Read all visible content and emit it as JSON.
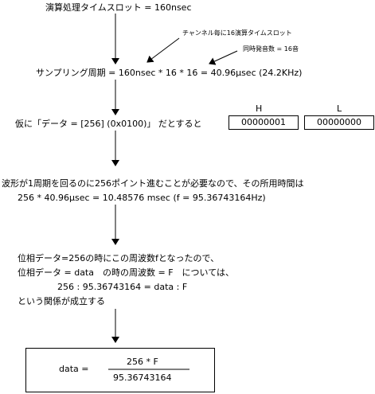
{
  "step1": "演算処理タイムスロット = 160nsec",
  "note_channel": "チャンネル毎に16演算タイムスロット",
  "note_voices": "同時発音数 = 16音",
  "step2": "サンプリング周期 = 160nsec * 16 * 16 = 40.96μsec (24.2KHz)",
  "step3": "仮に「データ = [256] (0x0100)」 だとすると",
  "box_h_label": "H",
  "box_h_value": "00000001",
  "box_l_label": "L",
  "box_l_value": "00000000",
  "step4_line1": "波形が1周期を回るのに256ポイント進むことが必要なので、その所用時間は",
  "step4_line2": "256 * 40.96μsec = 10.48576 msec (f = 95.36743164Hz)",
  "step5_line1": "位相データ=256の時にこの周波数fとなったので、",
  "step5_line2": "位相データ = data　の時の周波数 = F　については、",
  "step5_line3": "256 : 95.36743164 = data : F",
  "step5_line4": "という関係が成立する",
  "formula_lhs": "data =",
  "formula_num": "256 * F",
  "formula_den": "95.36743164"
}
